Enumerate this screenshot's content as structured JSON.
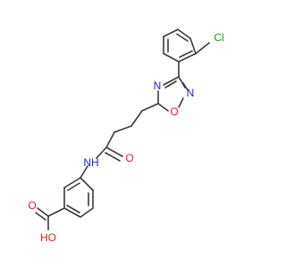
{
  "molecule": {
    "atoms": {
      "cl": "Cl",
      "n_top": "N",
      "n_right": "N",
      "o_ring": "O",
      "nh": "NH",
      "o_carbonyl": "O",
      "o_acid_dbl": "O",
      "o_acid_oh": "HO"
    }
  },
  "colors": {
    "bond": "#3a3a3a",
    "carbon": "#3a3a3a",
    "nitrogen": "#2020e0",
    "oxygen": "#e02020",
    "chlorine": "#1a9a1a"
  }
}
